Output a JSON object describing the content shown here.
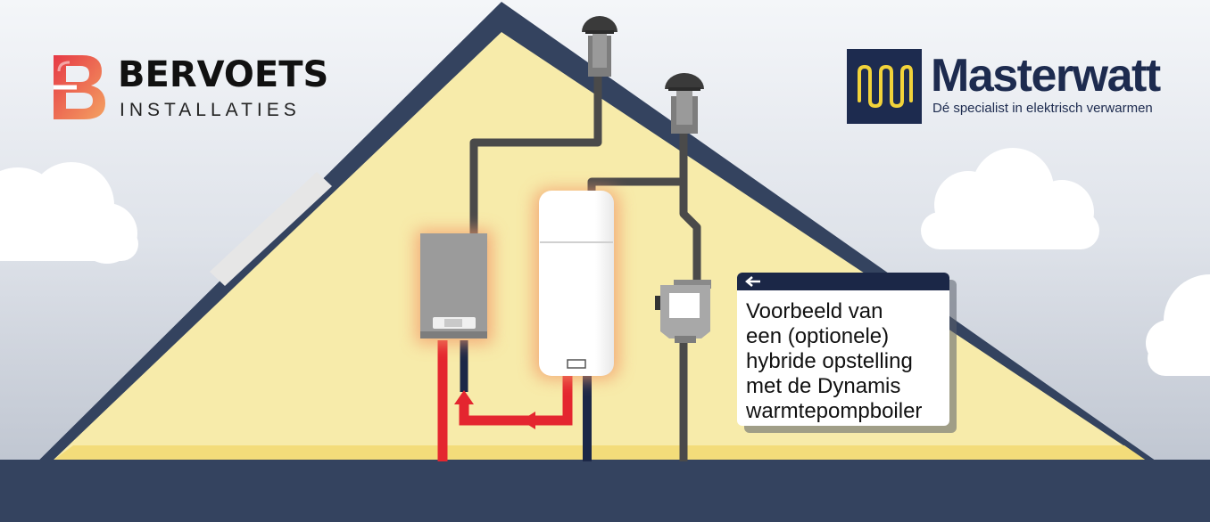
{
  "brands": {
    "installer": {
      "name": "BERVOETS",
      "subtitle": "INSTALLATIES",
      "logo_icon": "b-monogram-icon",
      "gradient": [
        "#e63946",
        "#f4a261"
      ]
    },
    "manufacturer": {
      "name": "Masterwatt",
      "tagline": "Dé specialist in elektrisch verwarmen",
      "logo_icon": "heating-wave-icon",
      "colors": {
        "navy": "#1d2b4f",
        "yellow": "#f2d33a"
      }
    }
  },
  "callout": {
    "icon": "arrow-left-icon",
    "text": "Voorbeeld van\neen (optionele)\nhybride opstelling\nmet de Dynamis\nwarmtepompboiler"
  },
  "colors": {
    "roof": "#34435f",
    "attic": "#f7ebaa",
    "pipe_hot": "#e4262f",
    "pipe_cold": "#1b2747",
    "duct": "#4a4a4a"
  }
}
